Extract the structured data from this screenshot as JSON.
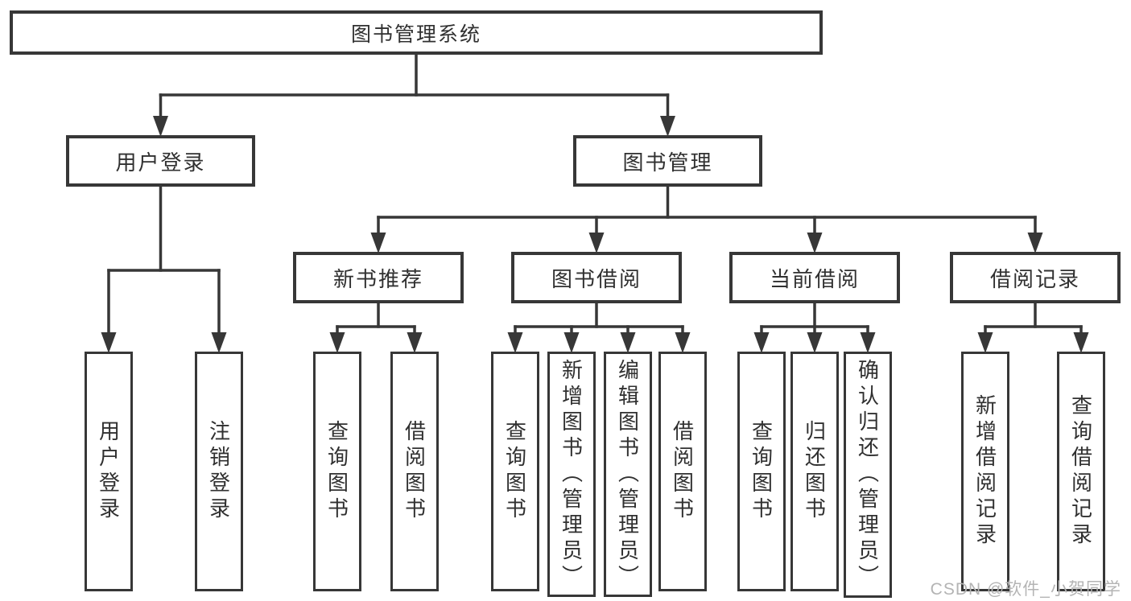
{
  "diagram": {
    "type": "tree",
    "nodes": [
      {
        "id": "root",
        "label": "图书管理系统"
      },
      {
        "id": "user-login",
        "label": "用户登录"
      },
      {
        "id": "book-mgmt",
        "label": "图书管理"
      },
      {
        "id": "new-book-rec",
        "label": "新书推荐"
      },
      {
        "id": "book-borrow",
        "label": "图书借阅"
      },
      {
        "id": "current-borrow",
        "label": "当前借阅"
      },
      {
        "id": "borrow-record",
        "label": "借阅记录"
      },
      {
        "id": "leaf-login",
        "label": "用户登录"
      },
      {
        "id": "leaf-logout",
        "label": "注销登录"
      },
      {
        "id": "leaf-nbr-query",
        "label": "查询图书"
      },
      {
        "id": "leaf-nbr-borrow",
        "label": "借阅图书"
      },
      {
        "id": "leaf-bb-query",
        "label": "查询图书"
      },
      {
        "id": "leaf-bb-add",
        "label": "新增图书（管理员）"
      },
      {
        "id": "leaf-bb-edit",
        "label": "编辑图书（管理员）"
      },
      {
        "id": "leaf-bb-borrow",
        "label": "借阅图书"
      },
      {
        "id": "leaf-cb-query",
        "label": "查询图书"
      },
      {
        "id": "leaf-cb-return",
        "label": "归还图书"
      },
      {
        "id": "leaf-cb-confirm",
        "label": "确认归还（管理员）"
      },
      {
        "id": "leaf-br-add",
        "label": "新增借阅记录"
      },
      {
        "id": "leaf-br-query",
        "label": "查询借阅记录"
      }
    ],
    "edges": [
      {
        "from": "root",
        "to": [
          "user-login",
          "book-mgmt"
        ]
      },
      {
        "from": "user-login",
        "to": [
          "leaf-login",
          "leaf-logout"
        ]
      },
      {
        "from": "book-mgmt",
        "to": [
          "new-book-rec",
          "book-borrow",
          "current-borrow",
          "borrow-record"
        ]
      },
      {
        "from": "new-book-rec",
        "to": [
          "leaf-nbr-query",
          "leaf-nbr-borrow"
        ]
      },
      {
        "from": "book-borrow",
        "to": [
          "leaf-bb-query",
          "leaf-bb-add",
          "leaf-bb-edit",
          "leaf-bb-borrow"
        ]
      },
      {
        "from": "current-borrow",
        "to": [
          "leaf-cb-query",
          "leaf-cb-return",
          "leaf-cb-confirm"
        ]
      },
      {
        "from": "borrow-record",
        "to": [
          "leaf-br-add",
          "leaf-br-query"
        ]
      }
    ],
    "colors": {
      "line": "#373737",
      "border": "#373737",
      "text": "#303030",
      "box_bg": "#ffffff",
      "watermark": "#b4b4b4"
    }
  },
  "watermark": {
    "text": "CSDN @软件_小贺同学"
  }
}
